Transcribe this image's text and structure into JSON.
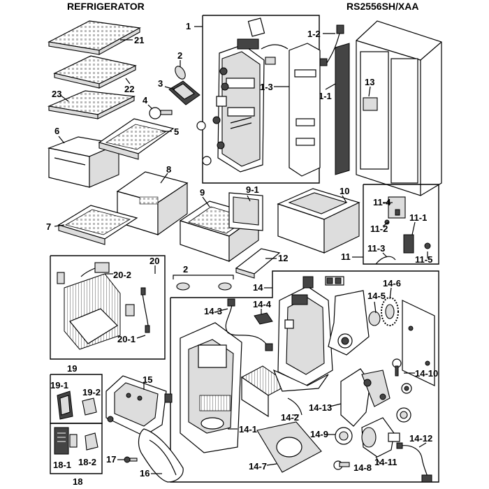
{
  "header": {
    "title_left": "REFRIGERATOR",
    "title_right": "RS2556SH/XAA"
  },
  "labels": {
    "l1": "1",
    "l1_1": "1-1",
    "l1_2": "1-2",
    "l1_3": "1-3",
    "l2a": "2",
    "l2b": "2",
    "l3": "3",
    "l4": "4",
    "l5": "5",
    "l6": "6",
    "l7": "7",
    "l8": "8",
    "l9": "9",
    "l9_1": "9-1",
    "l10": "10",
    "l11": "11",
    "l11_1": "11-1",
    "l11_2": "11-2",
    "l11_3": "11-3",
    "l11_4": "11-4",
    "l11_5": "11-5",
    "l12": "12",
    "l13": "13",
    "l14": "14",
    "l14_1": "14-1",
    "l14_2": "14-2",
    "l14_3": "14-3",
    "l14_4": "14-4",
    "l14_5": "14-5",
    "l14_6": "14-6",
    "l14_7": "14-7",
    "l14_8": "14-8",
    "l14_9": "14-9",
    "l14_10": "14-10",
    "l14_11": "14-11",
    "l14_12": "14-12",
    "l14_13": "14-13",
    "l15": "15",
    "l16": "16",
    "l17": "17",
    "l18": "18",
    "l18_1": "18-1",
    "l18_2": "18-2",
    "l19": "19",
    "l19_1": "19-1",
    "l19_2": "19-2",
    "l20": "20",
    "l20_1": "20-1",
    "l20_2": "20-2",
    "l21": "21",
    "l22": "22",
    "l23": "23"
  }
}
